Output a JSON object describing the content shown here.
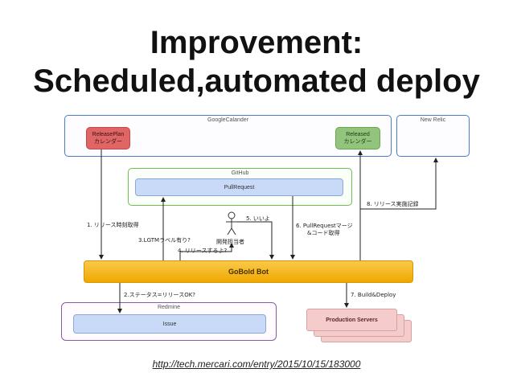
{
  "title": {
    "line1": "Improvement:",
    "line2": "Scheduled,automated deploy"
  },
  "groups": {
    "google_calendar": "GoogleCalander",
    "new_relic": "New Relic",
    "github": "GitHub",
    "redmine": "Redmine"
  },
  "nodes": {
    "release_plan": {
      "line1": "ReleasePlan",
      "line2": "カレンダー"
    },
    "released": {
      "line1": "Released",
      "line2": "カレンダー"
    },
    "pull_request": "PullRequest",
    "developer": "開発担当者",
    "gobold_bot": "GoBold Bot",
    "issue": "Issue",
    "production_servers": "Production Servers"
  },
  "steps": {
    "s1": "1. リリース時刻取得",
    "s2": "2.ステータス=リリースOK?",
    "s3": "3.LGTMラベル有り?",
    "s4": "4. リリースするよ?",
    "s5": "5. いいよ",
    "s6_line1": "6. PullRequestマージ",
    "s6_line2": "&コード取得",
    "s7": "7. Build&Deploy",
    "s8": "8. リリース実施記録"
  },
  "footer": {
    "url": "http://tech.mercari.com/entry/2015/10/15/183000"
  },
  "colors": {
    "calendar_border": "#4a7cc7",
    "github_border": "#6fbf4f",
    "redmine_border": "#8a5aa8",
    "release_plan_fill": "#e06666",
    "released_fill": "#93c47d",
    "pull_request_fill": "#c9daf8",
    "bot_fill": "#f5b41e",
    "production_fill": "#f4cccc"
  }
}
